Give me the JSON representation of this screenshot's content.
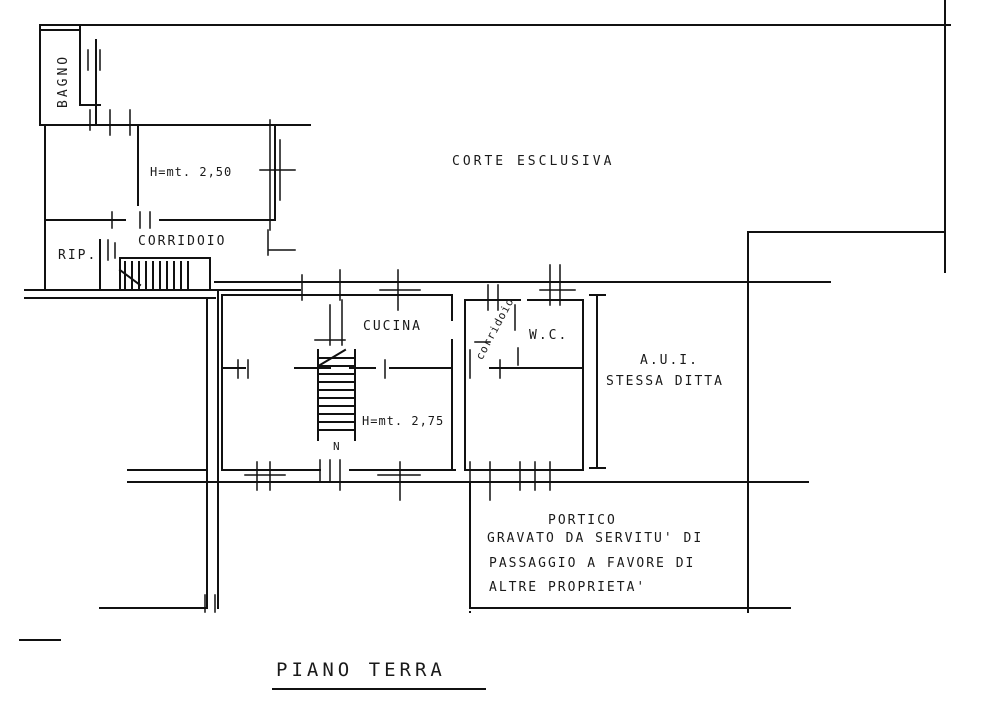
{
  "plan": {
    "title": "PIANO TERRA",
    "rooms": {
      "bagno": "BAGNO",
      "corte": "CORTE ESCLUSIVA",
      "height1": "H=mt. 2,50",
      "corridoio": "CORRIDOIO",
      "rip": "RIP.",
      "cucina": "CUCINA",
      "corridoio_small": "corridoio",
      "wc": "W.C.",
      "aui": "A.U.I.",
      "stessa": "STESSA DITTA",
      "height2": "H=mt. 2,75"
    },
    "portico": {
      "line1": "PORTICO",
      "line2": "GRAVATO DA SERVITU' DI",
      "line3": "PASSAGGIO A FAVORE DI",
      "line4": "ALTRE PROPRIETA'"
    },
    "stair_marker": "N"
  }
}
